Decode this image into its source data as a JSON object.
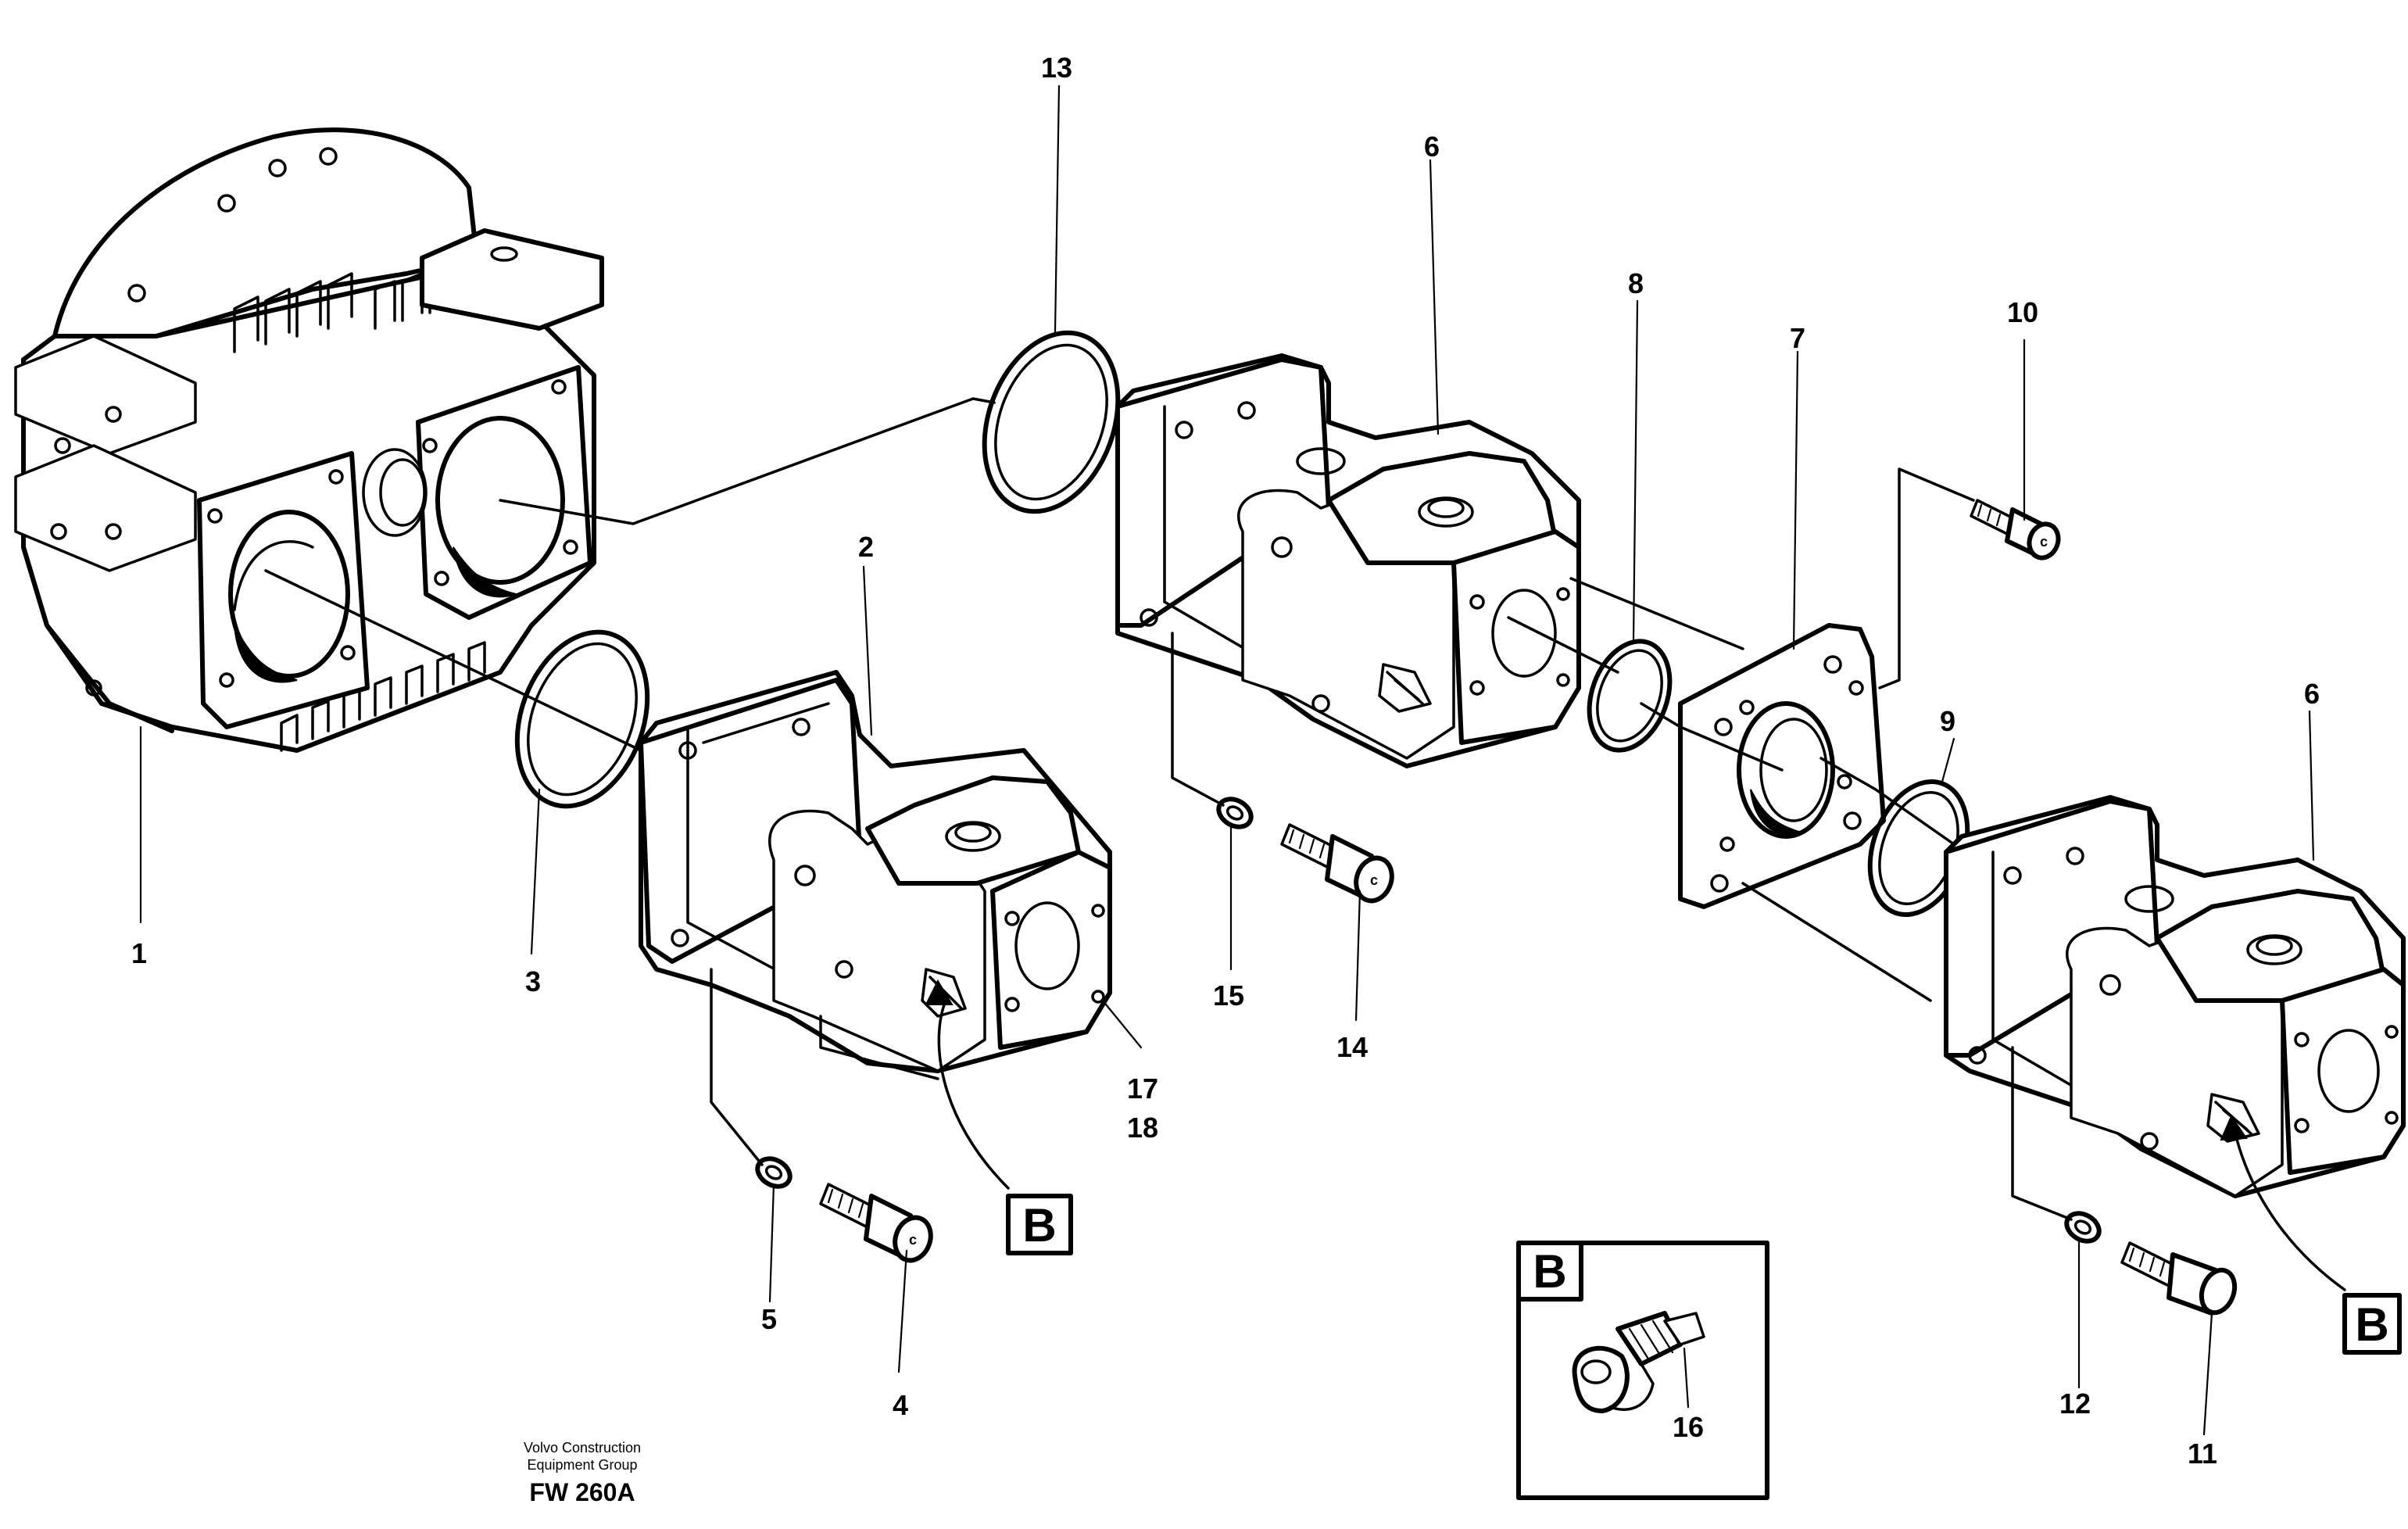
{
  "diagram": {
    "callouts": {
      "c1": "1",
      "c2": "2",
      "c3": "3",
      "c4": "4",
      "c5": "5",
      "c6a": "6",
      "c6b": "6",
      "c7": "7",
      "c8": "8",
      "c9": "9",
      "c10": "10",
      "c11": "11",
      "c12": "12",
      "c13": "13",
      "c14": "14",
      "c15": "15",
      "c16": "16",
      "c17": "17",
      "c18": "18"
    },
    "detail_labels": {
      "ref1": "B",
      "ref2": "B",
      "inset": "B"
    },
    "footer": {
      "line1": "Volvo Construction",
      "line2": "Equipment Group",
      "code": "FW 260A"
    },
    "colors": {
      "ink": "#000000",
      "paper": "#ffffff"
    }
  }
}
